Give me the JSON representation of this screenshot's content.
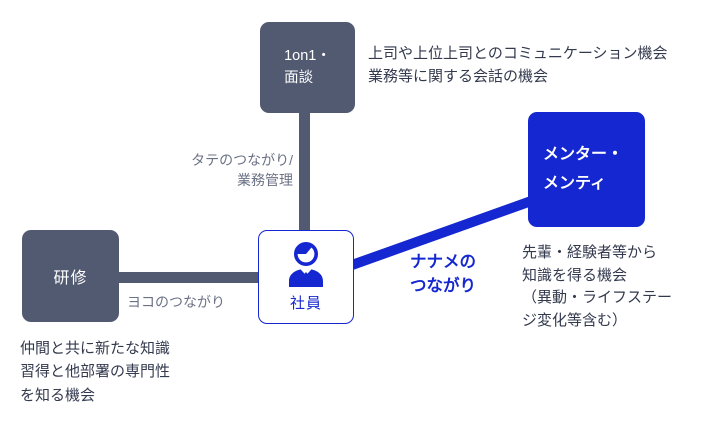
{
  "colors": {
    "slate": "#515a70",
    "blue": "#1527d0",
    "label_gray": "#6b7285",
    "text_dark": "#333a4e",
    "background": "#ffffff"
  },
  "nodes": {
    "one_on_one": {
      "label": "1on1・\n面談"
    },
    "training": {
      "label": "研修"
    },
    "employee": {
      "label": "社員",
      "icon": "person-icon"
    },
    "mentor": {
      "label": "メンター・\nメンティ"
    }
  },
  "edges": {
    "vertical": {
      "label": "タテのつながり/\n業務管理"
    },
    "horizontal": {
      "label": "ヨコのつながり"
    },
    "diagonal": {
      "label": "ナナメの\nつながり"
    }
  },
  "descriptions": {
    "top": "上司や上位上司とのコミュニケーション機会\n業務等に関する会話の機会",
    "right": "先輩・経験者等から\n知識を得る機会\n（異動・ライフステー\nジ変化等含む）",
    "bottom_left": "仲間と共に新たな知識\n習得と他部署の専門性\nを知る機会"
  }
}
